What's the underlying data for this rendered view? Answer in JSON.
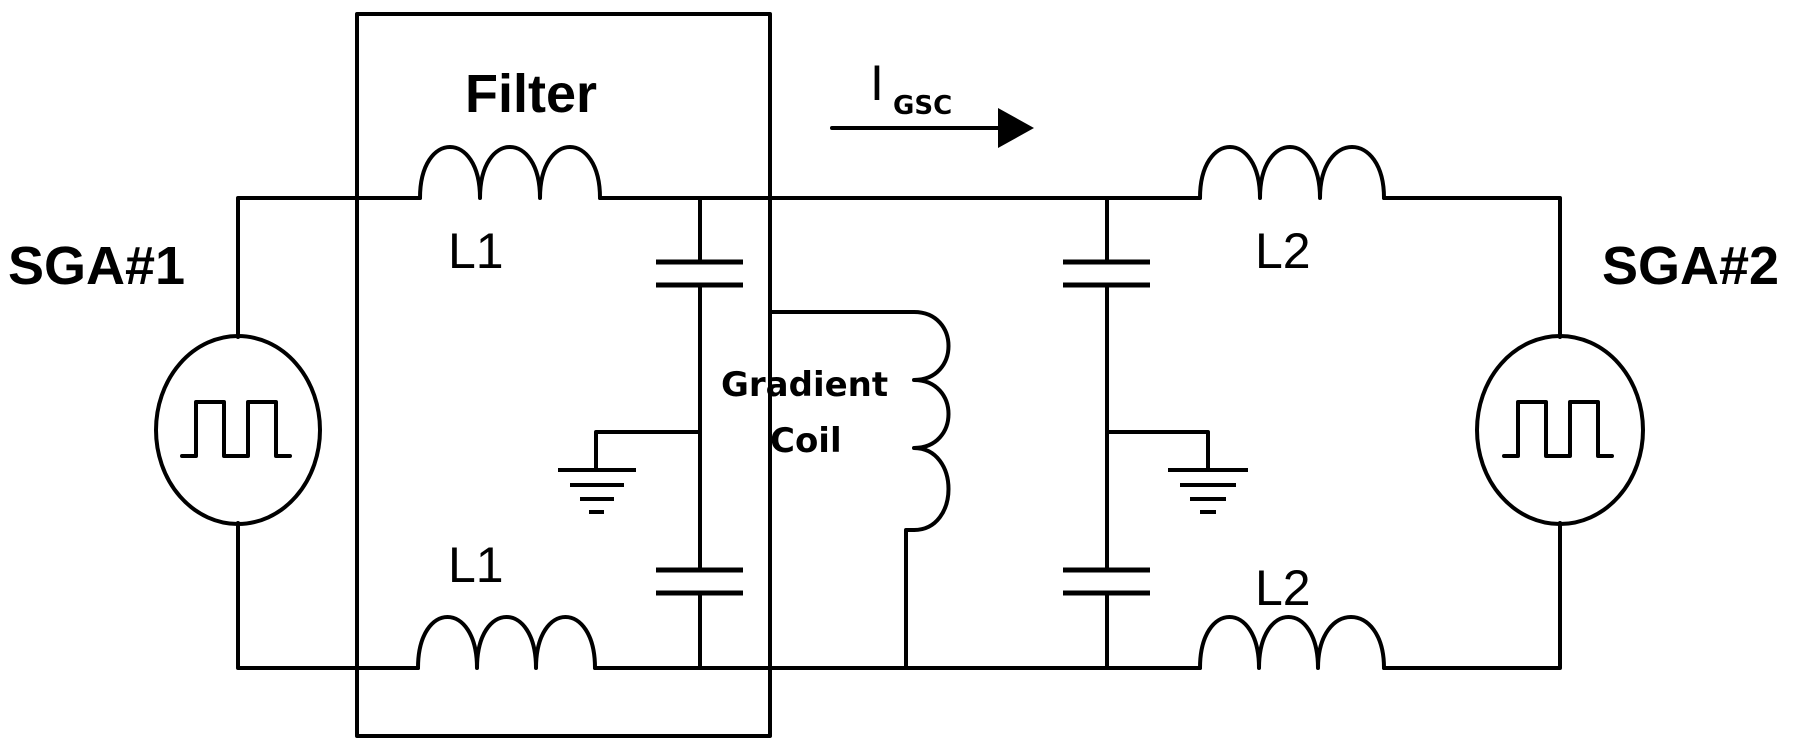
{
  "labels": {
    "filter": "Filter",
    "sga1": "SGA#1",
    "sga2": "SGA#2",
    "l1_top": "L1",
    "l1_bottom": "L1",
    "l2_top": "L2",
    "l2_bottom": "L2",
    "gradient": "Gradient",
    "coil": "Coil",
    "current_main": "I",
    "current_sub": "GSC"
  },
  "icons": {
    "source": "square-wave-source-icon",
    "ground": "ground-icon",
    "inductor": "inductor-icon",
    "capacitor": "capacitor-icon",
    "arrow": "current-arrow-icon"
  },
  "colors": {
    "stroke": "#000000",
    "background": "#ffffff"
  }
}
